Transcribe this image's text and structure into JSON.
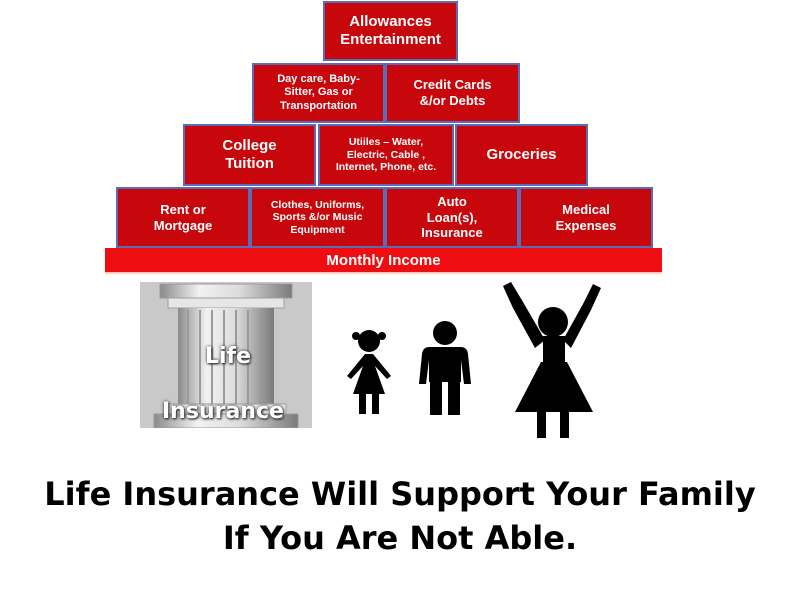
{
  "pyramid": {
    "row1": {
      "allowances": "Allowances\nEntertainment"
    },
    "row2": {
      "daycare": "Day care, Baby-\nSitter,  Gas or\nTransportation",
      "credit_cards": "Credit Cards\n&/or  Debts"
    },
    "row3": {
      "college": "College\nTuition",
      "utilities": "Utiiles – Water,\nElectric, Cable ,\nInternet, Phone, etc.",
      "groceries": "Groceries"
    },
    "row4": {
      "rent": "Rent or\nMortgage",
      "clothes": "Clothes, Uniforms,\nSports &/or  Music\nEquipment",
      "auto": "Auto\nLoan(s),\nInsurance",
      "medical": "Medical\nExpenses"
    }
  },
  "income_bar_label": "Monthly Income",
  "pillar": {
    "life": "Life",
    "insurance": "Insurance"
  },
  "slogan": {
    "line1": "Life Insurance Will Support Your Family",
    "line2": "If You Are Not Able."
  },
  "colors": {
    "block": "#c8070d",
    "block_border": "#5a6bb8",
    "income_bar": "#ee0e12"
  }
}
